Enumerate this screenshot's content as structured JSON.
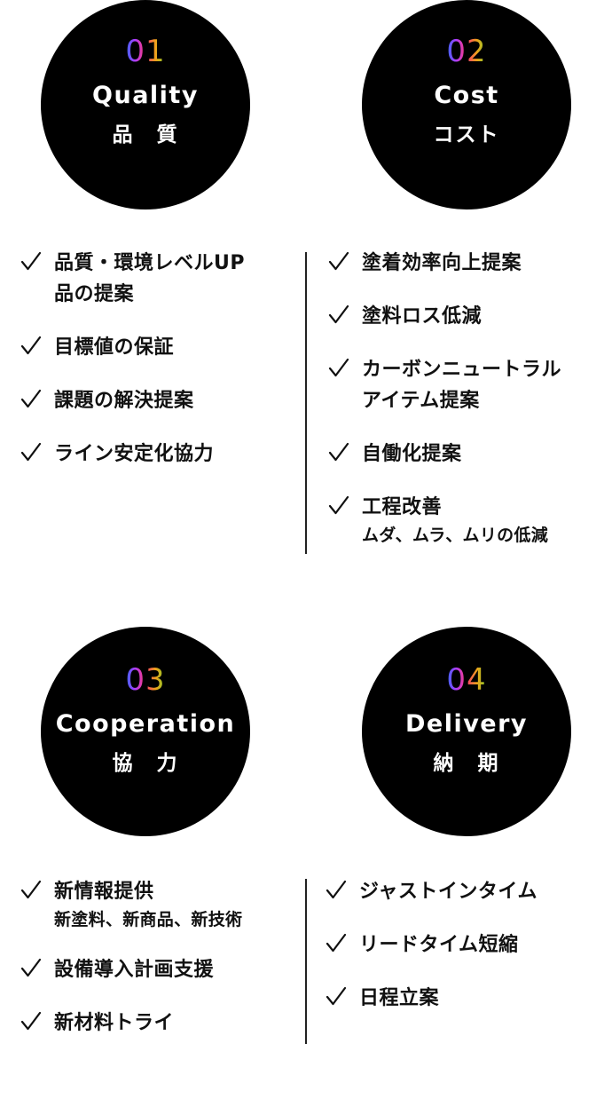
{
  "sections": [
    {
      "number": "01",
      "title_en": "Quality",
      "title_jp": "品　質",
      "items": [
        {
          "text": "品質・環境レベルUP",
          "text2": "品の提案",
          "sub": ""
        },
        {
          "text": "目標値の保証",
          "text2": "",
          "sub": ""
        },
        {
          "text": "課題の解決提案",
          "text2": "",
          "sub": ""
        },
        {
          "text": "ライン安定化協力",
          "text2": "",
          "sub": ""
        }
      ]
    },
    {
      "number": "02",
      "title_en": "Cost",
      "title_jp": "コスト",
      "items": [
        {
          "text": "塗着効率向上提案",
          "text2": "",
          "sub": ""
        },
        {
          "text": "塗料ロス低減",
          "text2": "",
          "sub": ""
        },
        {
          "text": "カーボンニュートラル",
          "text2": "アイテム提案",
          "sub": ""
        },
        {
          "text": "自働化提案",
          "text2": "",
          "sub": ""
        },
        {
          "text": "工程改善",
          "text2": "",
          "sub": "ムダ、ムラ、ムリの低減"
        }
      ]
    },
    {
      "number": "03",
      "title_en": "Cooperation",
      "title_jp": "協　力",
      "items": [
        {
          "text": "新情報提供",
          "text2": "",
          "sub": "新塗料、新商品、新技術"
        },
        {
          "text": "設備導入計画支援",
          "text2": "",
          "sub": ""
        },
        {
          "text": "新材料トライ",
          "text2": "",
          "sub": ""
        }
      ]
    },
    {
      "number": "04",
      "title_en": "Delivery",
      "title_jp": "納　期",
      "items": [
        {
          "text": "ジャストインタイム",
          "text2": "",
          "sub": ""
        },
        {
          "text": "リードタイム短縮",
          "text2": "",
          "sub": ""
        },
        {
          "text": "日程立案",
          "text2": "",
          "sub": ""
        }
      ]
    }
  ],
  "check_icon": "check-icon",
  "colors": {
    "circle": "#000000",
    "text": "#111111",
    "number_gradient": [
      "#2f6bff",
      "#b13cff",
      "#ff3a6e",
      "#f0a21a",
      "#7ccf2a"
    ]
  }
}
